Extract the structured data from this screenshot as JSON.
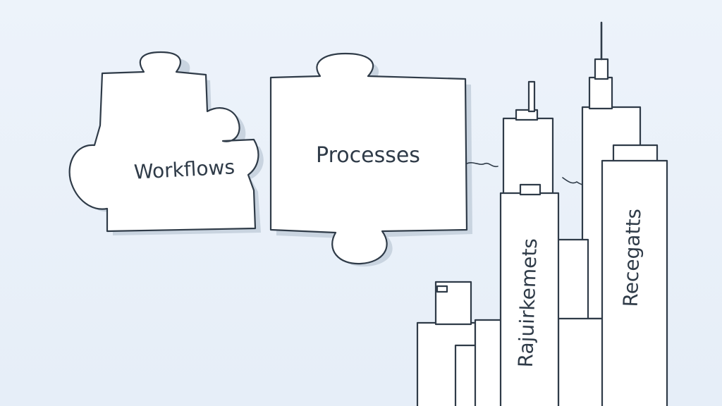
{
  "puzzle_pieces": [
    {
      "label": "Workflows"
    },
    {
      "label": "Processes"
    }
  ],
  "buildings": [
    {
      "label": "Rajuirkemets"
    },
    {
      "label": "Recegatts"
    }
  ]
}
